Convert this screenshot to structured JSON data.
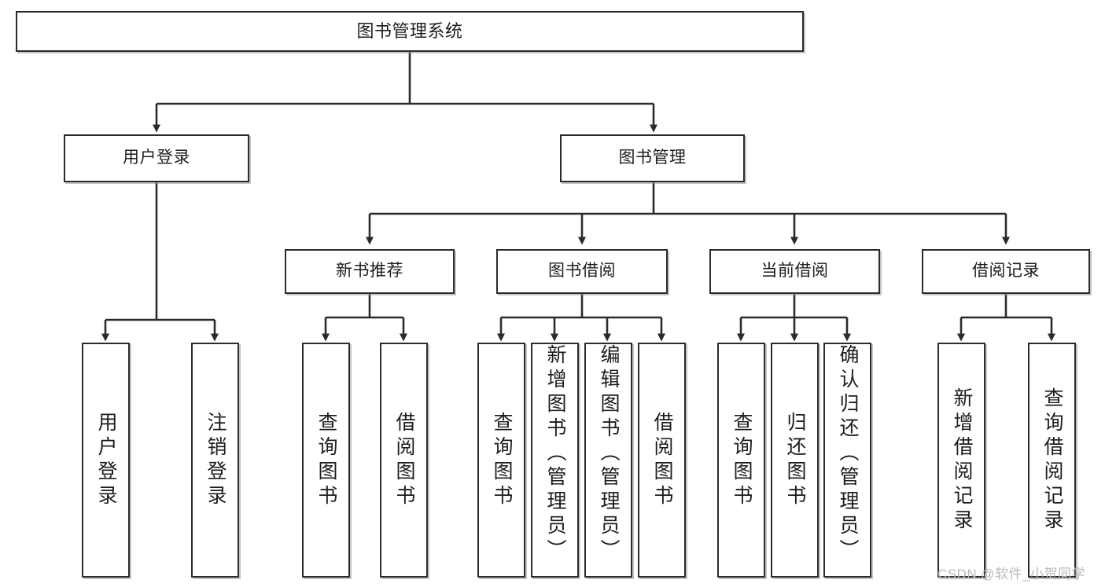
{
  "diagram": {
    "title": "图书管理系统",
    "type": "hierarchy-tree",
    "nodes": {
      "root": {
        "label": "图书管理系统"
      },
      "level1": [
        {
          "id": "user-login",
          "label": "用户登录"
        },
        {
          "id": "book-manage",
          "label": "图书管理"
        }
      ],
      "level2": [
        {
          "id": "new-book-recommend",
          "label": "新书推荐"
        },
        {
          "id": "book-borrow",
          "label": "图书借阅"
        },
        {
          "id": "current-borrow",
          "label": "当前借阅"
        },
        {
          "id": "borrow-record",
          "label": "借阅记录"
        }
      ],
      "leaves": [
        {
          "id": "leaf-user-login",
          "label": "用户登录",
          "parent": "user-login"
        },
        {
          "id": "leaf-user-logout",
          "label": "注销登录",
          "parent": "user-login"
        },
        {
          "id": "leaf-query-book-1",
          "label": "查询图书",
          "parent": "new-book-recommend"
        },
        {
          "id": "leaf-borrow-book-1",
          "label": "借阅图书",
          "parent": "new-book-recommend"
        },
        {
          "id": "leaf-query-book-2",
          "label": "查询图书",
          "parent": "book-borrow"
        },
        {
          "id": "leaf-add-book",
          "label": "新增图书（管理员）",
          "parent": "book-borrow"
        },
        {
          "id": "leaf-edit-book",
          "label": "编辑图书（管理员）",
          "parent": "book-borrow"
        },
        {
          "id": "leaf-borrow-book-2",
          "label": "借阅图书",
          "parent": "book-borrow"
        },
        {
          "id": "leaf-query-book-3",
          "label": "查询图书",
          "parent": "current-borrow"
        },
        {
          "id": "leaf-return-book",
          "label": "归还图书",
          "parent": "current-borrow"
        },
        {
          "id": "leaf-confirm-return",
          "label": "确认归还（管理员）",
          "parent": "current-borrow"
        },
        {
          "id": "leaf-add-record",
          "label": "新增借阅记录",
          "parent": "borrow-record"
        },
        {
          "id": "leaf-query-record",
          "label": "查询借阅记录",
          "parent": "borrow-record"
        }
      ]
    },
    "colors": {
      "box_border": "#2b2b2b",
      "box_fill": "#ffffff",
      "connector": "#2b2b2b",
      "text": "#1d1d1d",
      "watermark": "#b9b9b9",
      "background": "#ffffff"
    }
  },
  "watermark": {
    "text": "CSDN @软件_小贺同学"
  }
}
